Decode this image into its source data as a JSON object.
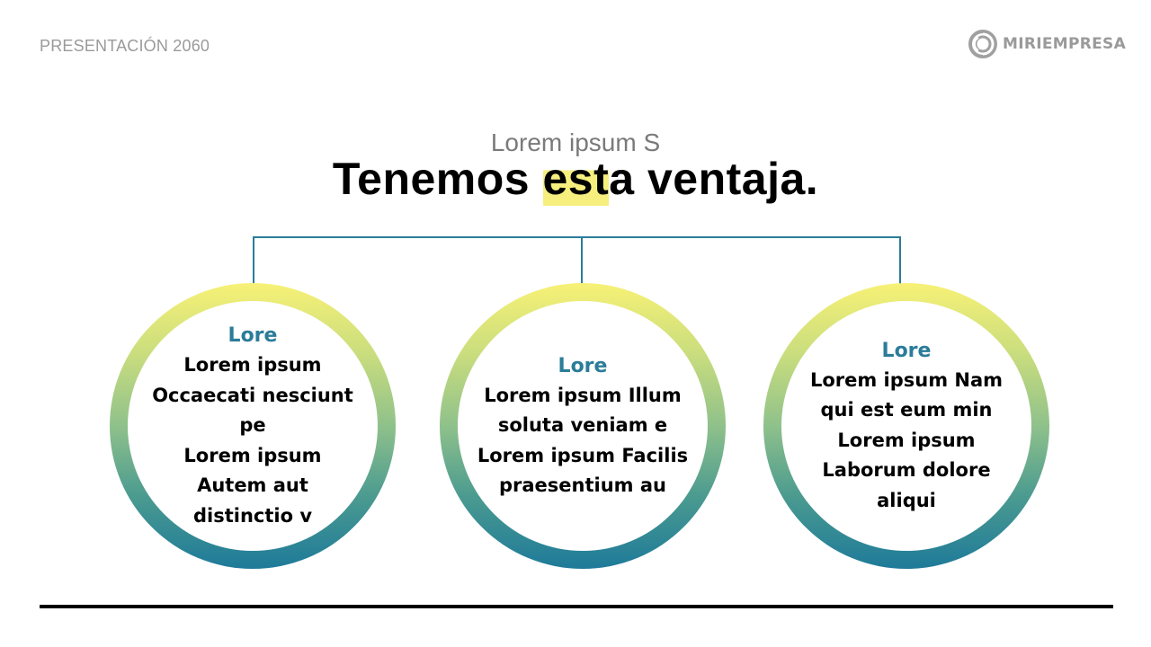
{
  "header": {
    "presentation_label": "PRESENTACIÓN 2060",
    "brand": {
      "name": "MIRIEMPRESA",
      "icon": "swirl-logo-icon"
    }
  },
  "slide": {
    "subtitle": "Lorem ipsum S",
    "title": {
      "before": "Tenemos ",
      "highlight": "est",
      "after": "a ventaja."
    },
    "highlight_color": "#f6ef7e"
  },
  "diagram": {
    "connector_color": "#2b7c99",
    "ring_gradient": [
      "#f7f176",
      "#8fc18b",
      "#1e7a99"
    ],
    "nodes": [
      {
        "heading": "Lore",
        "lines": [
          "Lorem ipsum",
          "Occaecati nesciunt",
          "pe",
          "Lorem ipsum",
          "Autem aut",
          "distinctio v"
        ]
      },
      {
        "heading": "Lore",
        "lines": [
          "Lorem ipsum Illum",
          "soluta veniam e",
          "Lorem ipsum Facilis",
          "praesentium au"
        ]
      },
      {
        "heading": "Lore",
        "lines": [
          "Lorem ipsum Nam",
          "qui est eum min",
          "Lorem ipsum",
          "Laborum dolore",
          "aliqui"
        ]
      }
    ]
  }
}
